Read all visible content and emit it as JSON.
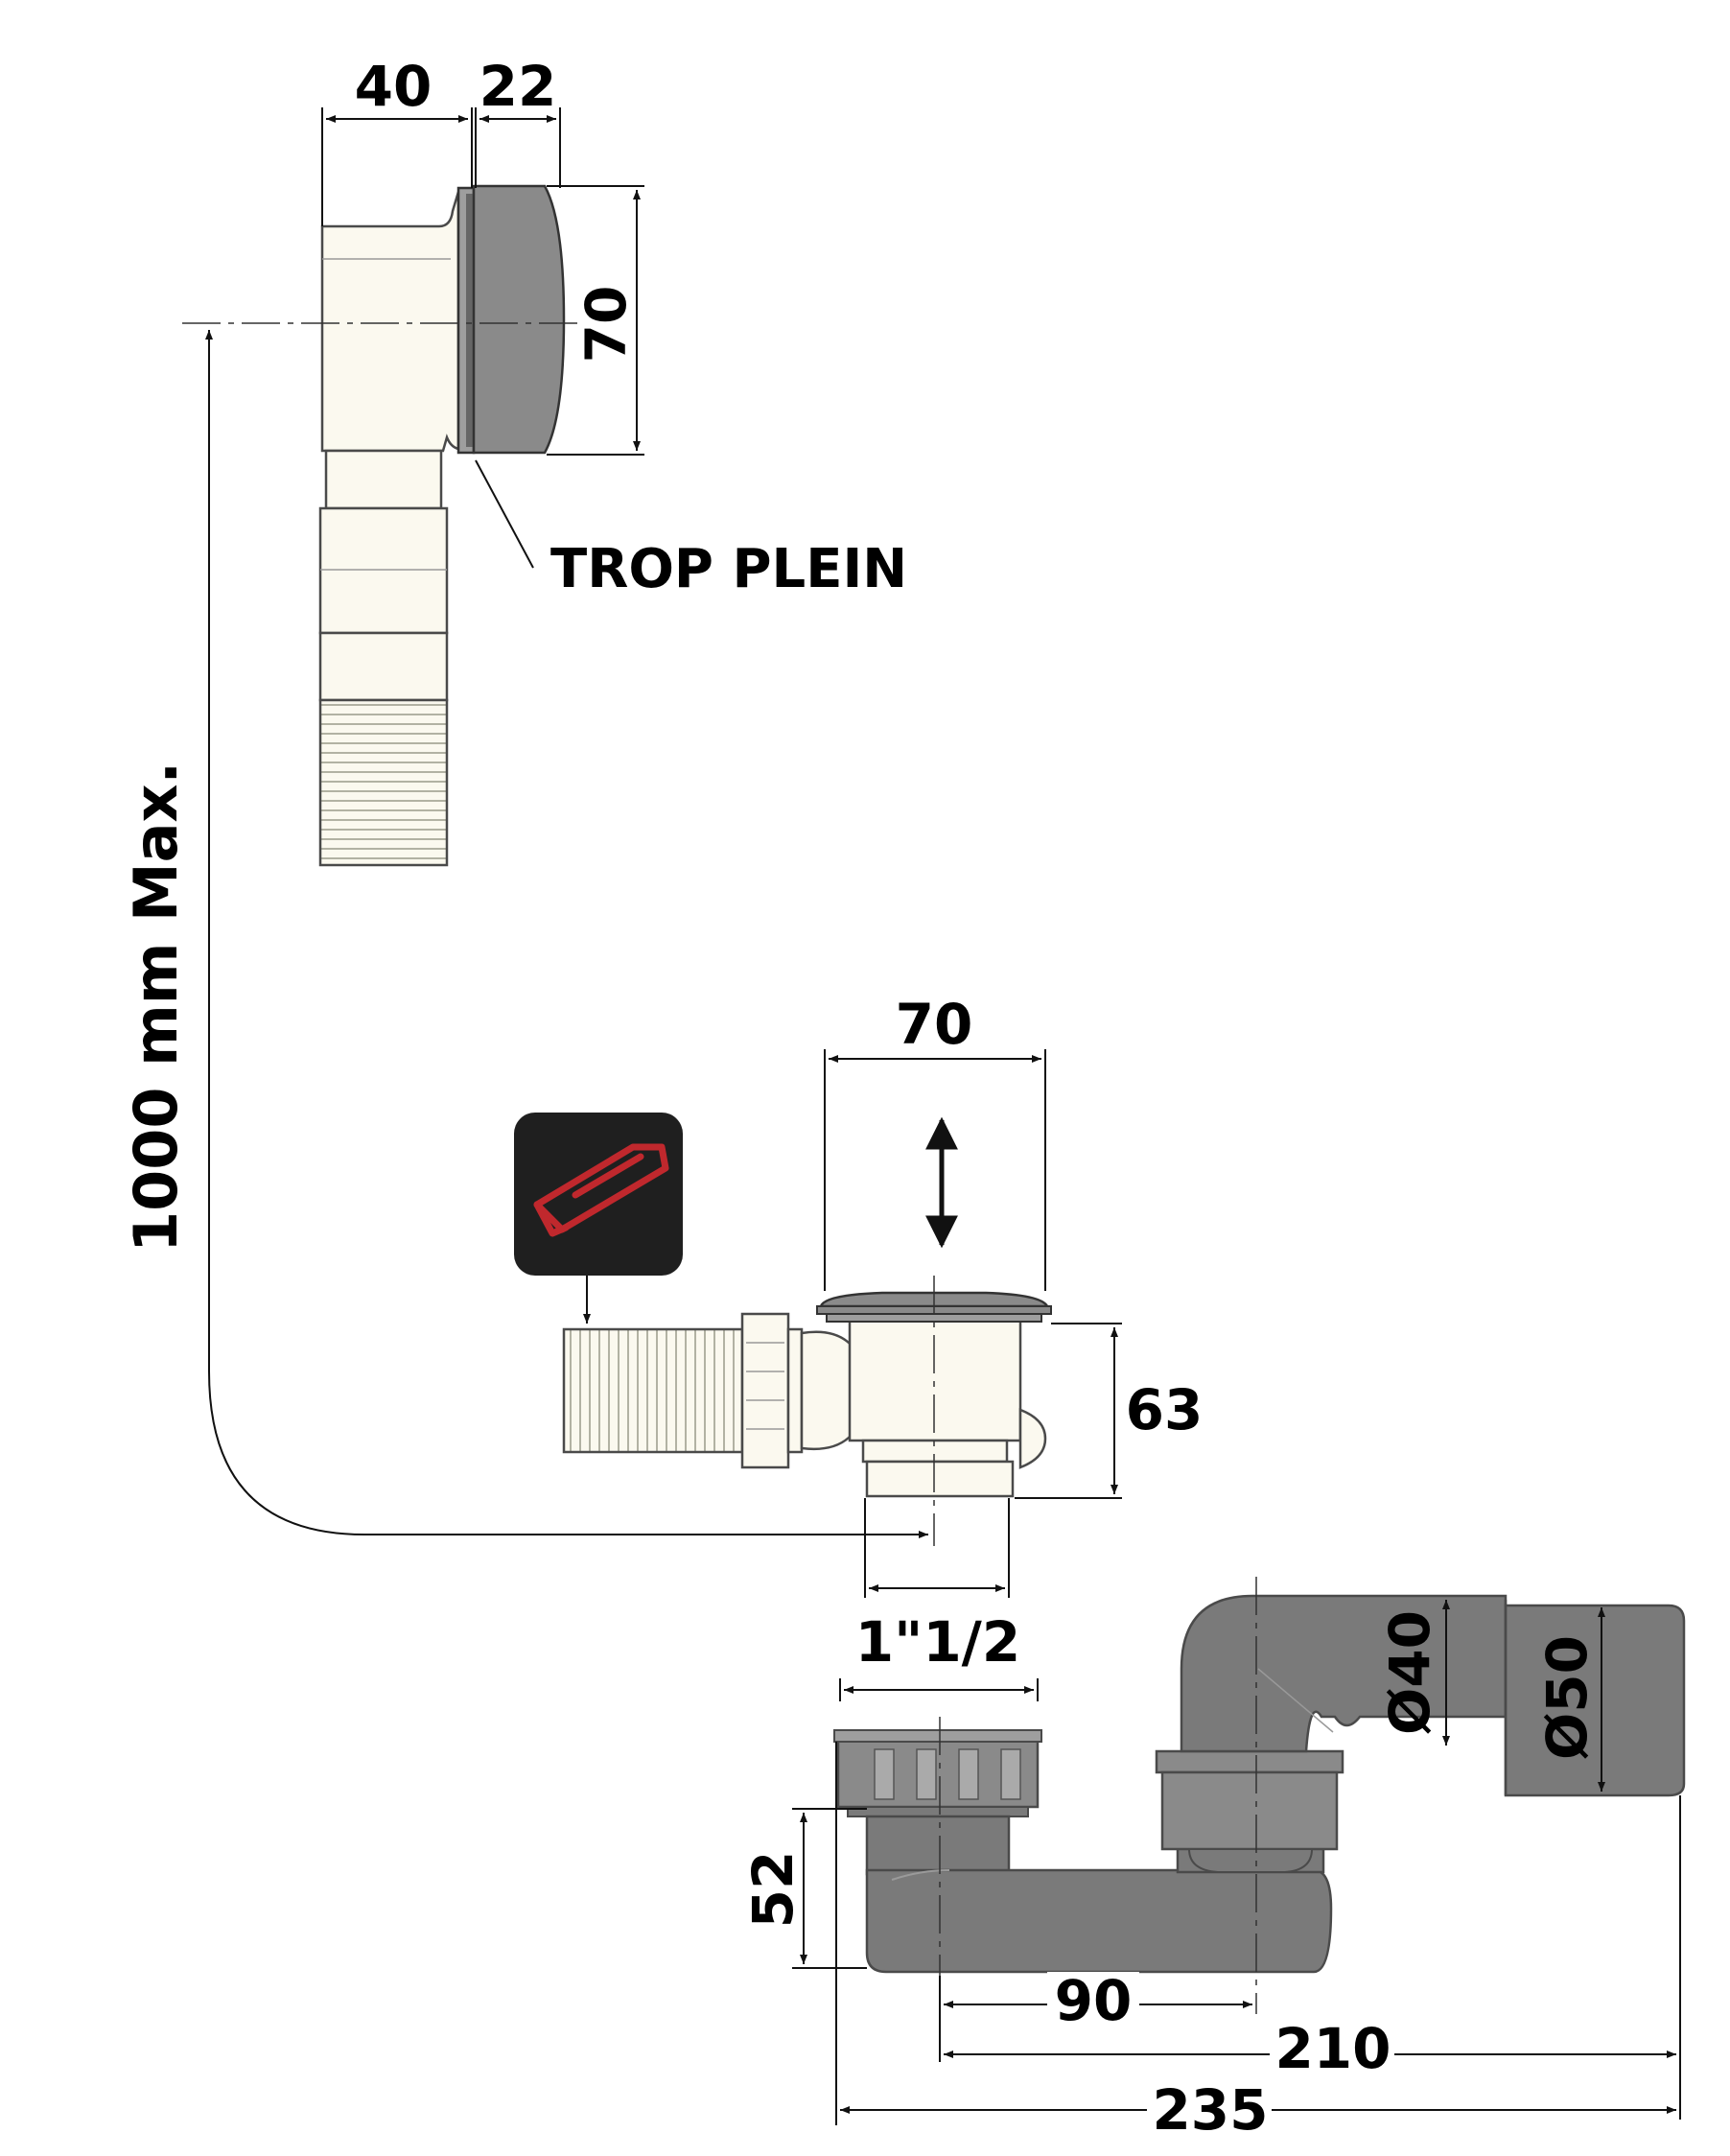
{
  "dimensions": {
    "overflow_depth": "40",
    "overflow_cover": "22",
    "overflow_height": "70",
    "max_length": "1000 mm Max.",
    "plug_diameter": "70",
    "drain_height": "63",
    "thread_size": "1\"1/2",
    "trap_height": "52",
    "trap_offset": "90",
    "trap_length": "210",
    "total_length": "235",
    "inlet_diameter": "Ø40",
    "outlet_diameter": "Ø50"
  },
  "labels": {
    "overflow_label": "TROP PLEIN"
  },
  "icons": {
    "cut_icon": "hacksaw-icon"
  },
  "colors": {
    "white_part": "#fbf9ef",
    "grey_part": "#8a8a8a",
    "dark_part": "#6e6e6e",
    "icon_bg": "#1f1f1f",
    "icon_fg": "#c0282d"
  }
}
